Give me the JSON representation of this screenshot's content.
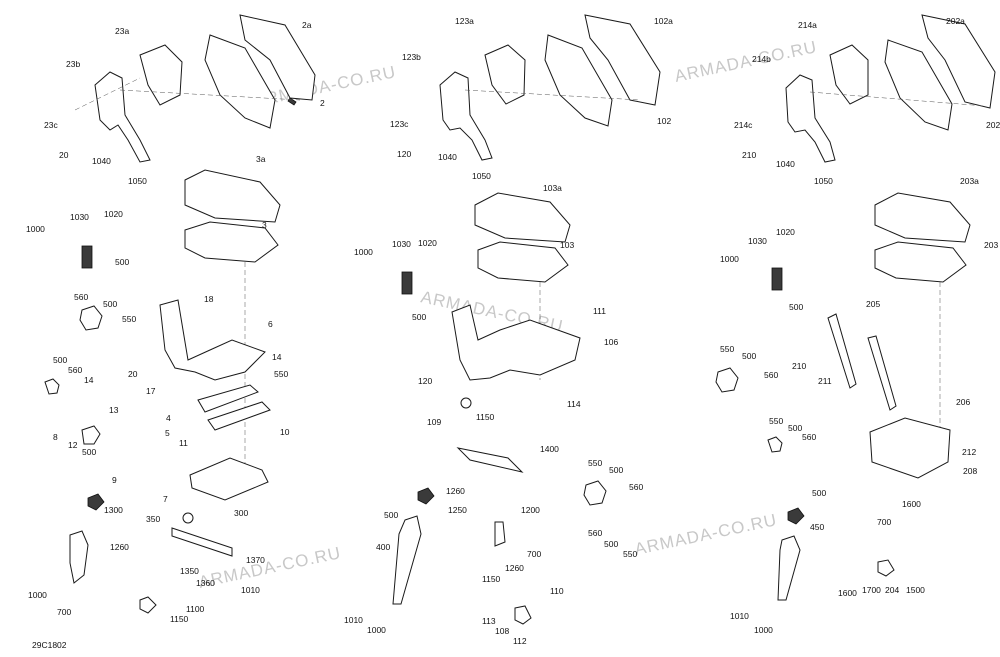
{
  "drawing": {
    "code": "29C1802",
    "watermark": "ARMADA-CO.RU"
  },
  "groups": [
    {
      "name": "left",
      "labels": [
        "23a",
        "2a",
        "23b",
        "2",
        "23c",
        "20",
        "1040",
        "1050",
        "3a",
        "3",
        "1000",
        "1030",
        "1020",
        "500",
        "18",
        "6",
        "560",
        "500",
        "550",
        "14",
        "20",
        "17",
        "550",
        "500",
        "560",
        "14",
        "4",
        "5",
        "11",
        "10",
        "13",
        "8",
        "12",
        "500",
        "9",
        "7",
        "300",
        "1300",
        "350",
        "1260",
        "1350",
        "1370",
        "1360",
        "1010",
        "1000",
        "700",
        "1100",
        "1150"
      ]
    },
    {
      "name": "middle",
      "labels": [
        "123a",
        "102a",
        "123b",
        "102",
        "123c",
        "120",
        "1040",
        "1050",
        "103a",
        "103",
        "1000",
        "1030",
        "1020",
        "500",
        "111",
        "106",
        "120",
        "109",
        "114",
        "1150",
        "1400",
        "550",
        "500",
        "560",
        "1260",
        "1250",
        "500",
        "1200",
        "400",
        "700",
        "560",
        "500",
        "550",
        "1260",
        "1150",
        "110",
        "1010",
        "1000",
        "113",
        "108",
        "112"
      ]
    },
    {
      "name": "right",
      "labels": [
        "214a",
        "202a",
        "214b",
        "214c",
        "210",
        "1040",
        "202",
        "1050",
        "203a",
        "203",
        "1000",
        "1030",
        "1020",
        "500",
        "205",
        "550",
        "500",
        "560",
        "210",
        "211",
        "206",
        "550",
        "500",
        "560",
        "212",
        "208",
        "500",
        "1600",
        "700",
        "450",
        "1600",
        "1700",
        "204",
        "1500",
        "1010",
        "1000"
      ]
    }
  ]
}
